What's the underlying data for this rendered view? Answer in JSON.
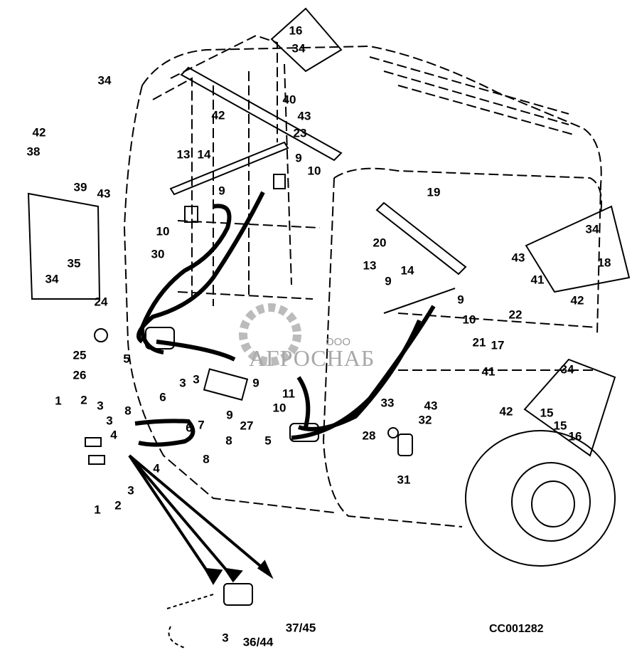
{
  "diagram": {
    "drawing_code": "CC001282",
    "watermark": {
      "prefix": "ООО",
      "name": "АГРОСНАБ"
    },
    "callouts": [
      "16",
      "34",
      "34",
      "40",
      "42",
      "43",
      "42",
      "38",
      "23",
      "13",
      "14",
      "9",
      "10",
      "9",
      "39",
      "43",
      "19",
      "10",
      "34",
      "35",
      "34",
      "30",
      "20",
      "43",
      "18",
      "13",
      "9",
      "14",
      "41",
      "42",
      "24",
      "9",
      "10",
      "22",
      "21",
      "17",
      "5",
      "25",
      "26",
      "41",
      "3",
      "6",
      "3",
      "9",
      "11",
      "9",
      "10",
      "7",
      "6",
      "27",
      "1",
      "2",
      "3",
      "3",
      "8",
      "4",
      "33",
      "43",
      "32",
      "42",
      "28",
      "5",
      "8",
      "34",
      "15",
      "15",
      "16",
      "4",
      "3",
      "2",
      "1",
      "31",
      "3",
      "36/44",
      "37/45",
      "8"
    ]
  }
}
